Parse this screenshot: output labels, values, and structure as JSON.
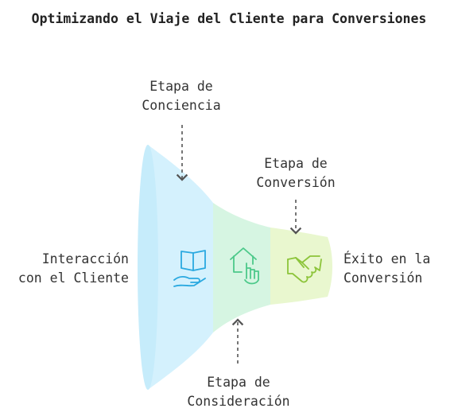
{
  "title": "Optimizando el Viaje del Cliente para Conversiones",
  "labels": {
    "left": [
      "Interacción",
      "con el Cliente"
    ],
    "awareness": [
      "Etapa de",
      "Conciencia"
    ],
    "consideration": [
      "Etapa de",
      "Consideración"
    ],
    "conversion": [
      "Etapa de",
      "Conversión"
    ],
    "success": [
      "Éxito en la",
      "Conversión"
    ]
  },
  "stages": [
    {
      "name": "awareness",
      "icon": "book-hand-icon",
      "fill": "#d4f1fd",
      "stroke": "#2aa9e0"
    },
    {
      "name": "consideration",
      "icon": "house-touch-icon",
      "fill": "#d6f5e2",
      "stroke": "#4cc98a"
    },
    {
      "name": "conversion",
      "icon": "handshake-icon",
      "fill": "#e9f7cf",
      "stroke": "#8cc43a"
    }
  ]
}
